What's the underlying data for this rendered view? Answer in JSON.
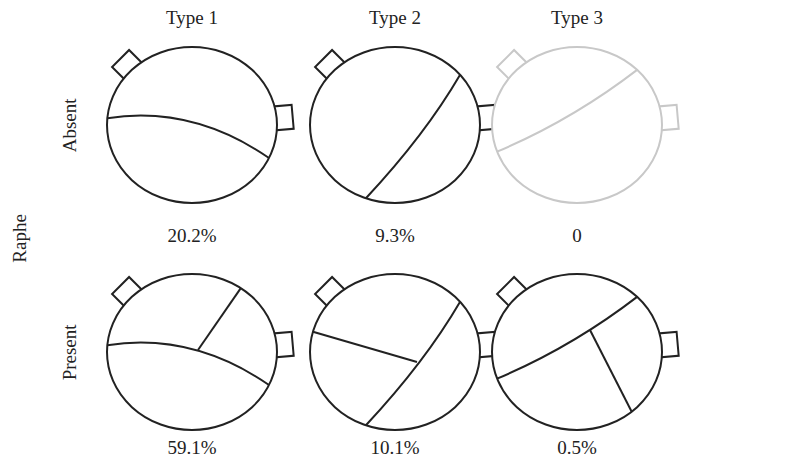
{
  "diagram": {
    "labels": [
      "Type 1",
      "Type 2",
      "Type 3",
      "Raphe",
      "Absent",
      "Present",
      "20.2%",
      "9.3%",
      "0",
      "59.1%",
      "10.1%",
      "0.5%"
    ]
  }
}
